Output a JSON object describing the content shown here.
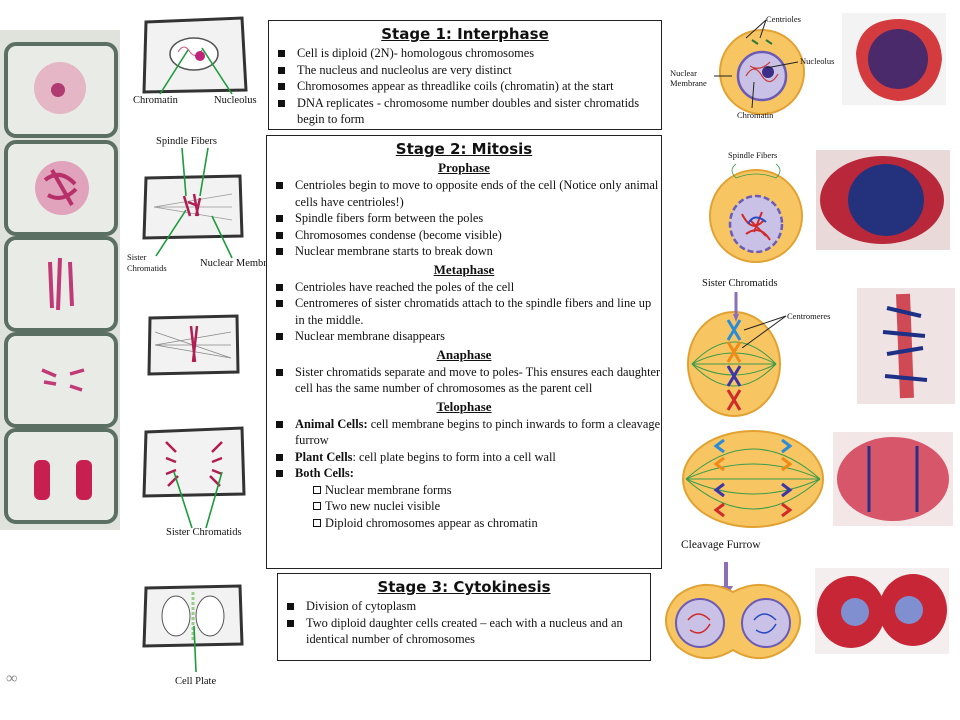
{
  "stage1": {
    "title": "Stage 1: Interphase",
    "bullets": [
      "Cell is diploid (2N)- homologous chromosomes",
      "The nucleus and nucleolus are very distinct",
      "Chromosomes appear as threadlike coils (chromatin) at the start",
      "DNA replicates - chromosome number doubles and sister chromatids begin to form"
    ]
  },
  "stage2": {
    "title": "Stage 2: Mitosis",
    "prophase": {
      "title": "Prophase",
      "bullets": [
        "Centrioles begin to move to opposite ends of the cell (Notice only animal cells have centrioles!)",
        "Spindle fibers form between the poles",
        "Chromosomes condense (become visible)",
        "Nuclear membrane starts to break down"
      ]
    },
    "metaphase": {
      "title": "Metaphase",
      "bullets": [
        "Centrioles have reached the poles of the cell",
        "Centromeres of sister chromatids attach to the spindle fibers and line up in the middle.",
        "Nuclear membrane disappears"
      ]
    },
    "anaphase": {
      "title": "Anaphase",
      "bullets": [
        "Sister chromatids separate and move to poles- This ensures each daughter cell has the same number of chromosomes as the parent cell"
      ]
    },
    "telophase": {
      "title": "Telophase",
      "animal_label": "Animal Cells:",
      "animal_text": " cell membrane begins to pinch inwards to form a cleavage furrow",
      "plant_label": "Plant Cells",
      "plant_text": ": cell plate begins to form into a cell wall",
      "both_label": "Both Cells:",
      "both_items": [
        "Nuclear membrane forms",
        "Two new nuclei visible",
        "Diploid chromosomes appear as chromatin"
      ]
    }
  },
  "stage3": {
    "title": "Stage 3: Cytokinesis",
    "bullets": [
      "Division of cytoplasm",
      "Two diploid daughter cells created – each with a nucleus and an identical number of chromosomes"
    ]
  },
  "plant_labels": {
    "chromatin": "Chromatin",
    "nucleolus": "Nucleolus",
    "spindle_fibers": "Spindle Fibers",
    "sister_chromatids_1": "Sister Chromatids",
    "nuclear_membrane": "Nuclear Membrane",
    "sister_chromatids_2": "Sister Chromatids",
    "cell_plate": "Cell Plate"
  },
  "animal_labels": {
    "centrioles": "Centrioles",
    "nucleolus": "Nucleolus",
    "nuclear_membrane": "Nuclear Membrane",
    "chromatin": "Chromatin",
    "spindle_fibers": "Spindle Fibers",
    "sister_chromatids": "Sister Chromatids",
    "centromeres": "Centromeres",
    "cleavage_furrow": "Cleavage Furrow"
  },
  "corner_symbol": "∞"
}
